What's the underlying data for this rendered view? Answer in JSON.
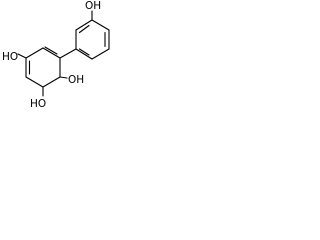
{
  "structure": {
    "atom_labels": {
      "oh_top_right": "OH",
      "oh_left": "HO",
      "oh_middle": "OH",
      "oh_bottom": "HO"
    },
    "colors": {
      "bond": "#000000",
      "label": "#000000",
      "background": "#ffffff"
    }
  }
}
